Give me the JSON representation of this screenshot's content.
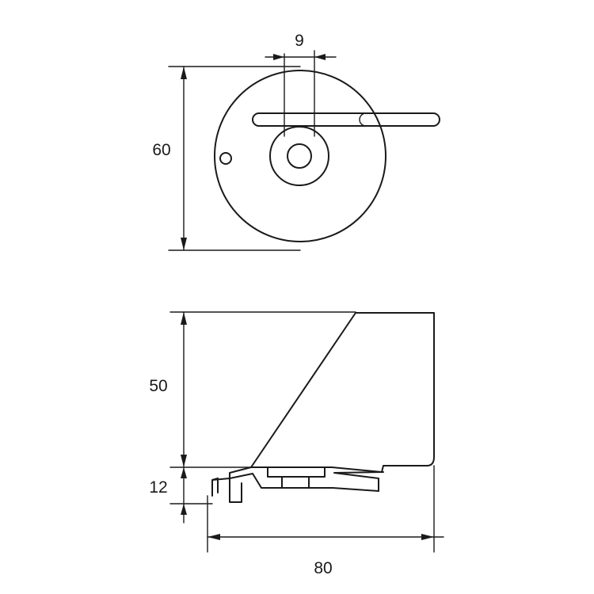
{
  "dimensions": {
    "top_view": {
      "slot_width": "9",
      "diameter": "60"
    },
    "side_view": {
      "body_height": "50",
      "base_height": "12",
      "length": "80"
    }
  },
  "colors": {
    "line": "#1a1a1a",
    "background": "#ffffff"
  }
}
